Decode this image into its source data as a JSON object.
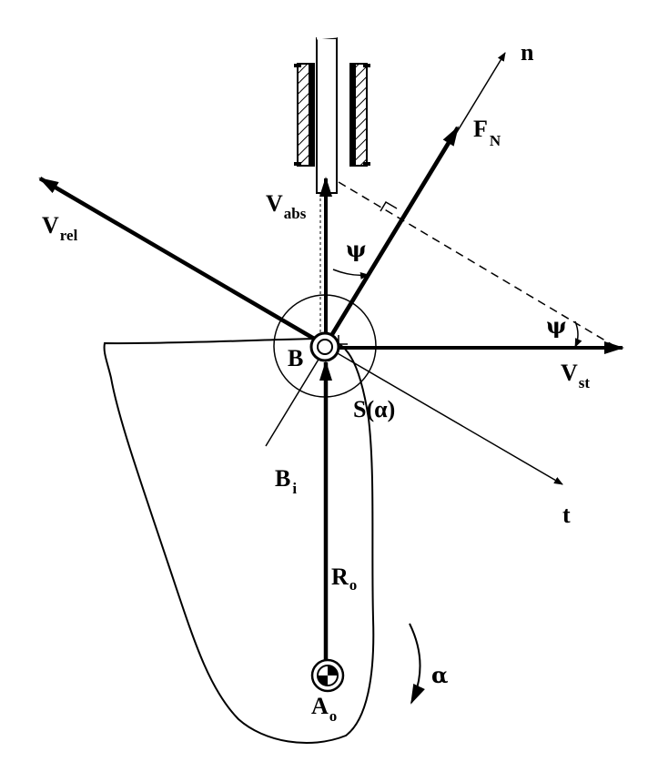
{
  "labels": {
    "n": "n",
    "fn_main": "F",
    "fn_sub": "N",
    "vabs_main": "V",
    "vabs_sub": "abs",
    "vrel_main": "V",
    "vrel_sub": "rel",
    "vst_main": "V",
    "vst_sub": "st",
    "psi_upper": "ψ",
    "psi_lower": "ψ",
    "b": "B",
    "s_alpha": "S(α)",
    "bi_main": "B",
    "bi_sub": "i",
    "t": "t",
    "ro_main": "R",
    "ro_sub": "o",
    "alpha": "α",
    "ao_main": "A",
    "ao_sub": "o"
  }
}
